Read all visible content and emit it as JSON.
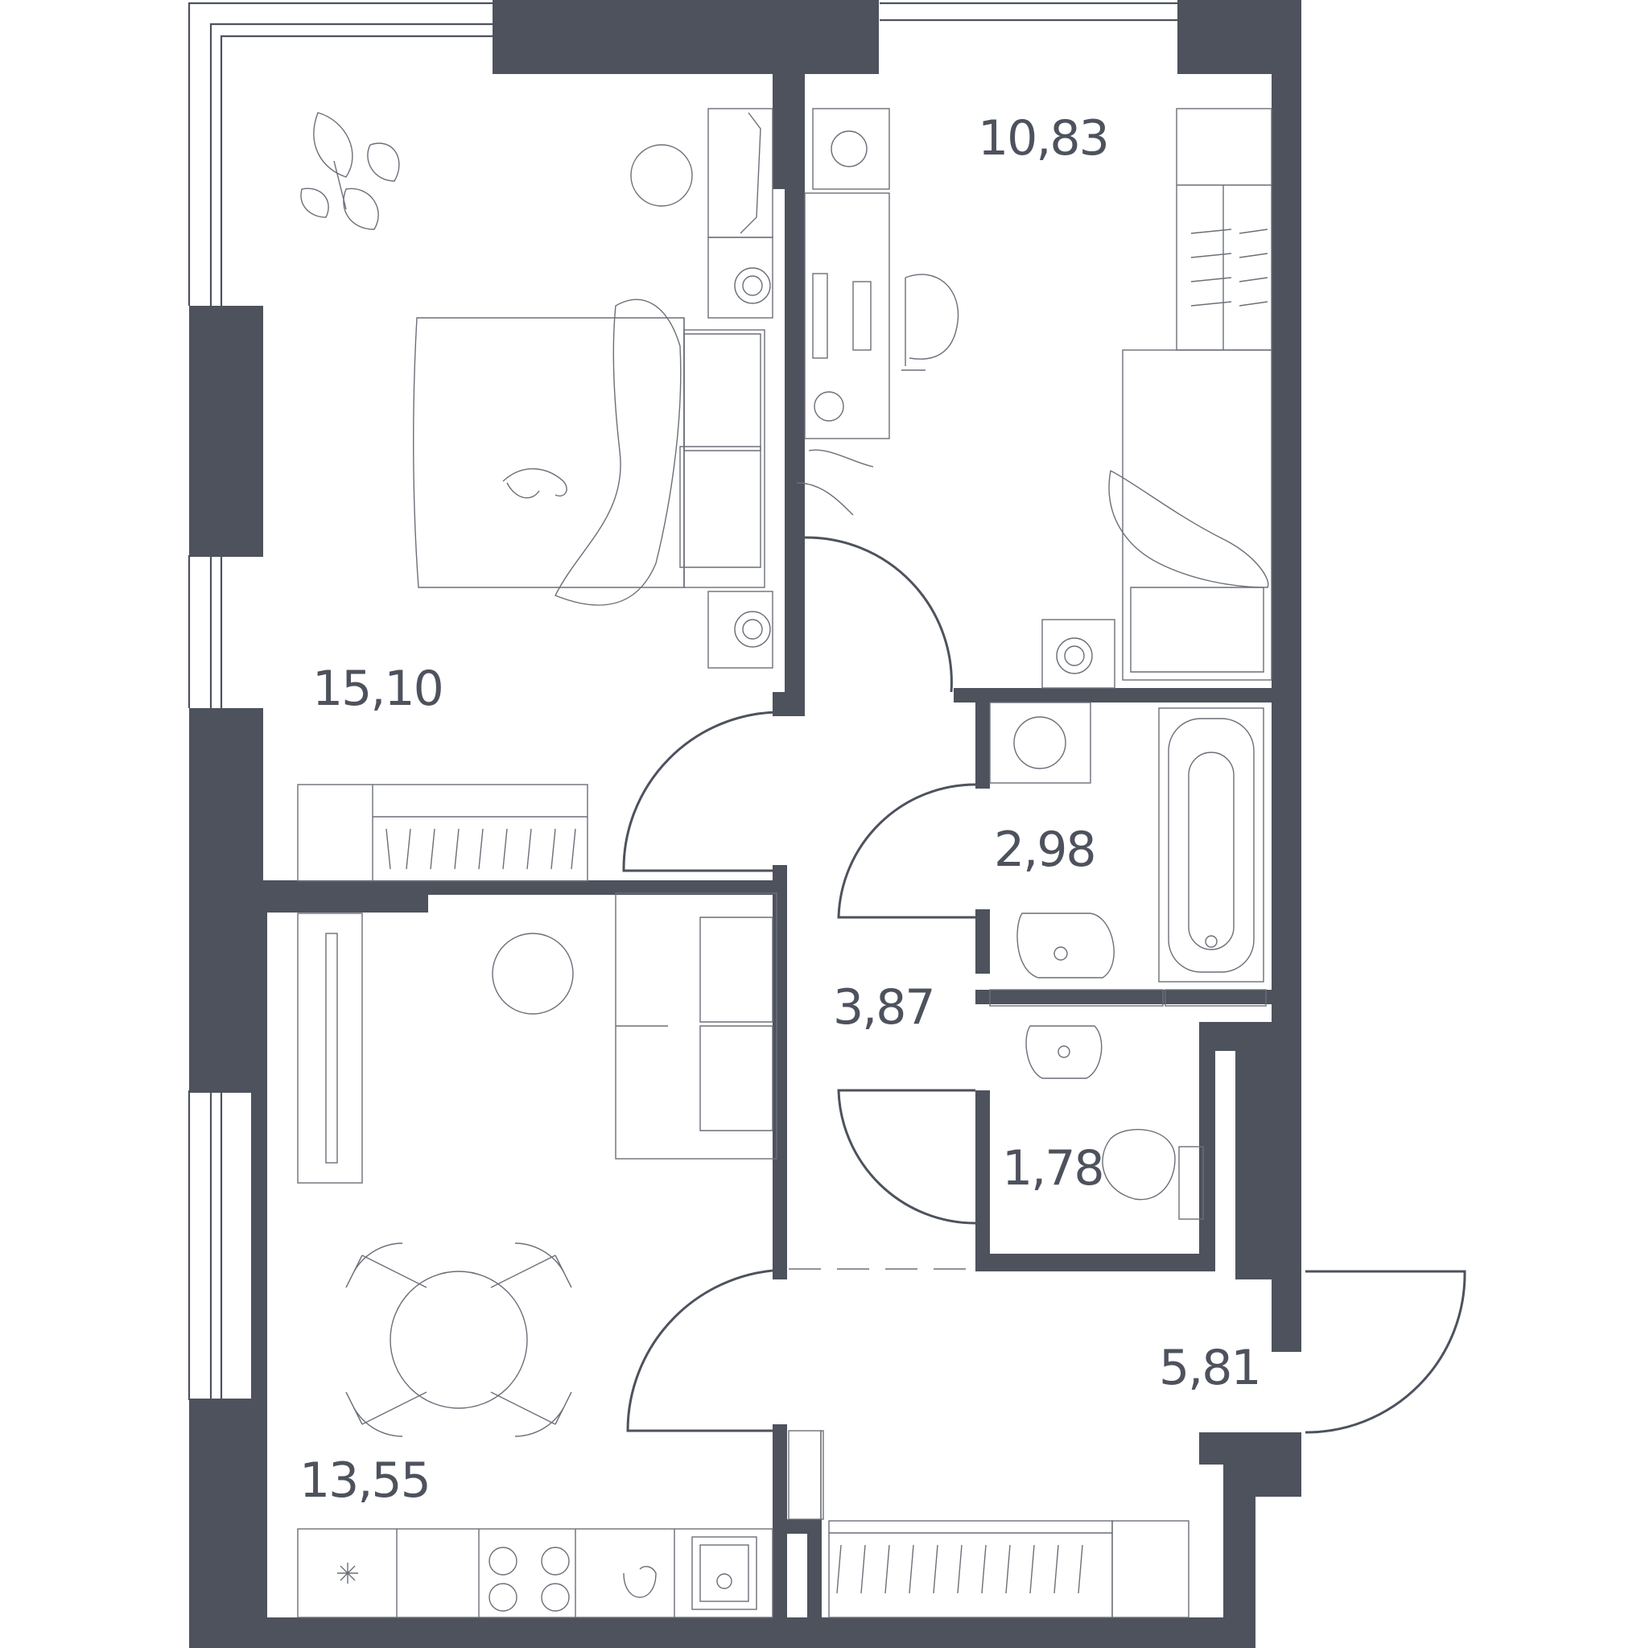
{
  "rooms": [
    {
      "id": "bedroom",
      "area": "15,10"
    },
    {
      "id": "kids-room",
      "area": "10,83"
    },
    {
      "id": "bathroom",
      "area": "2,98"
    },
    {
      "id": "hallway",
      "area": "3,87"
    },
    {
      "id": "toilet",
      "area": "1,78"
    },
    {
      "id": "entrance-hall",
      "area": "5,81"
    },
    {
      "id": "kitchen-living",
      "area": "13,55"
    }
  ],
  "colors": {
    "walls": "#4d525d",
    "background": "#ffffff",
    "furniture": "#6b6f78"
  }
}
